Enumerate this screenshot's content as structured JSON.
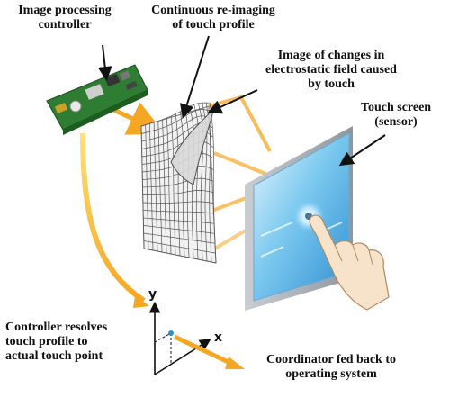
{
  "labels": {
    "controller": [
      "Image processing",
      "controller"
    ],
    "reimaging": [
      "Continuous re-imaging",
      "of touch profile"
    ],
    "field": [
      "Image of changes in",
      "electrostatic field caused",
      "by touch"
    ],
    "screen": [
      "Touch screen",
      "(sensor)"
    ],
    "resolve": [
      "Controller resolves",
      "touch profile to",
      "actual touch point"
    ],
    "feedback": [
      "Coordinator fed back to",
      "operating system"
    ]
  },
  "axes": {
    "x": "x",
    "y": "y"
  },
  "colors": {
    "arrow_orange": "#f5a623",
    "arrow_yellow": "#f7d24a",
    "screen_blue": "#4fb6ea",
    "pcb_green": "#2e7d32",
    "grid_gray": "#555555"
  },
  "icons": {
    "controller": "circuit-board-icon",
    "hand": "pointing-hand-icon"
  }
}
